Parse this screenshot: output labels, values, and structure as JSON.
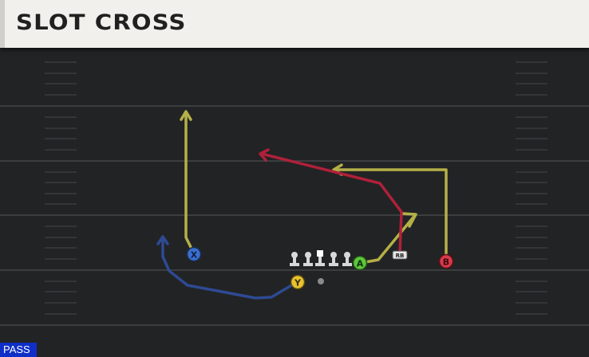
{
  "play": {
    "title": "SLOT CROSS",
    "type_label": "PASS"
  },
  "players": [
    {
      "id": "x",
      "label": "X",
      "color": "#3a6fd0",
      "route_color": "#b4b048",
      "route": "go"
    },
    {
      "id": "y",
      "label": "Y",
      "color": "#e8c230",
      "route_color": "#2e4a94",
      "route": "wheel"
    },
    {
      "id": "a",
      "label": "A",
      "color": "#5cc63c",
      "route_color": "#b4b048",
      "route": "slant"
    },
    {
      "id": "b",
      "label": "B",
      "color": "#d83a48",
      "route_color": "#b4b048",
      "route": "dig"
    },
    {
      "id": "rb",
      "label": "RB",
      "color": "#e6e6e6",
      "route_color": "#b0203a",
      "route": "crossing"
    }
  ],
  "colors": {
    "field": "#222324",
    "yard_line": "#3c3d3f",
    "header_bg": "#f1f0ec",
    "badge": "#0f2fc8"
  }
}
